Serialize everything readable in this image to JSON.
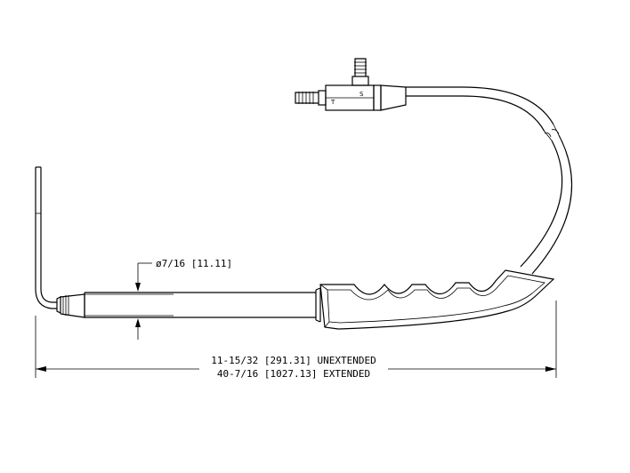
{
  "diameter_label": "ø7/16 [11.11]",
  "length_unextended_label": "11-15/32 [291.31] UNEXTENDED",
  "length_extended_label": "40-7/16 [1027.13] EXTENDED",
  "fitting_letters": {
    "side": "S",
    "end": "T"
  }
}
